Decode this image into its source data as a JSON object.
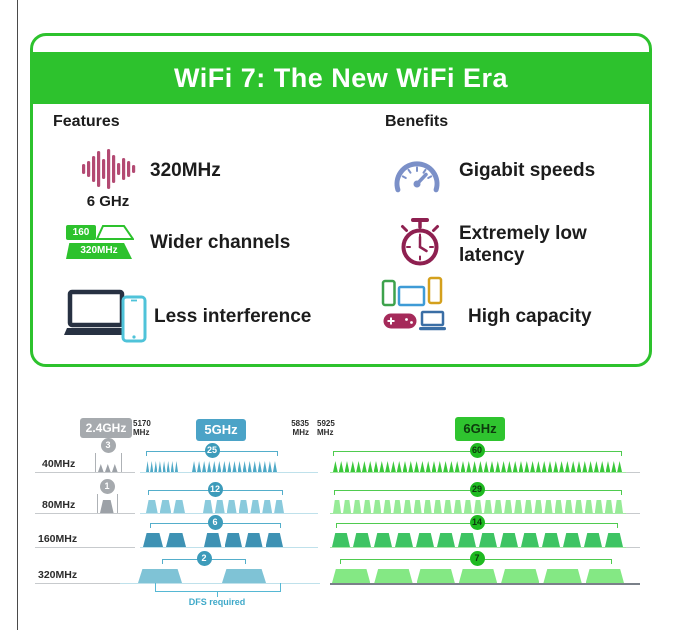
{
  "page": {
    "title_banner": "WiFi 7: The New WiFi Era"
  },
  "features": {
    "heading": "Features",
    "items": [
      {
        "icon": "spectrum-bars-icon",
        "icon_caption": "6 GHz",
        "label": "320MHz"
      },
      {
        "icon": "channel-width-icon",
        "badge_small": "160",
        "badge_large": "320MHz",
        "label": "Wider channels"
      },
      {
        "icon": "laptop-phone-icon",
        "label": "Less interference"
      }
    ]
  },
  "benefits": {
    "heading": "Benefits",
    "items": [
      {
        "icon": "speedometer-icon",
        "label": "Gigabit speeds"
      },
      {
        "icon": "stopwatch-icon",
        "label_line1": "Extremely low",
        "label_line2": "latency"
      },
      {
        "icon": "multi-device-icon",
        "label": "High capacity"
      }
    ]
  },
  "spectrum": {
    "band_badges": [
      {
        "label": "2.4GHz",
        "style": "gray"
      },
      {
        "label": "5GHz",
        "style": "teal"
      },
      {
        "label": "6GHz",
        "style": "green"
      }
    ],
    "freq_markers": [
      {
        "value": "5170",
        "unit": "MHz"
      },
      {
        "value": "5835",
        "unit": "MHz"
      },
      {
        "value": "5925",
        "unit": "MHz"
      }
    ],
    "rows": [
      {
        "label": "40MHz",
        "counts": {
          "2.4GHz": "3",
          "5GHz": "25",
          "6GHz": "60"
        }
      },
      {
        "label": "80MHz",
        "counts": {
          "2.4GHz": "1",
          "5GHz": "12",
          "6GHz": "29"
        }
      },
      {
        "label": "160MHz",
        "counts": {
          "5GHz": "6",
          "6GHz": "14"
        }
      },
      {
        "label": "320MHz",
        "counts": {
          "5GHz": "2",
          "6GHz": "7"
        }
      }
    ],
    "dfs_note": "DFS required"
  },
  "colors": {
    "brand_green": "#2DC22D",
    "teal": "#4BA3C7",
    "gray": "#A6AAAE",
    "rose": "#B34A73",
    "maroon": "#8E2050",
    "periwinkle": "#7B90C8",
    "cyan": "#4FC3D9"
  }
}
